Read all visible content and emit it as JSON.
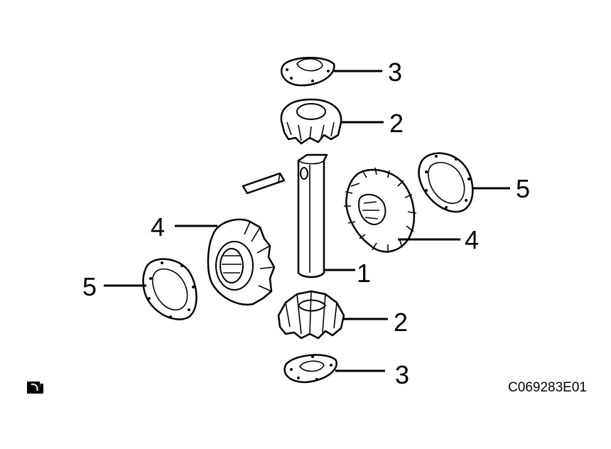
{
  "callouts": {
    "pin_shaft": "1",
    "pinion_gear_top": "2",
    "pinion_gear_bottom": "2",
    "thrust_washer_top": "3",
    "thrust_washer_bottom": "3",
    "side_gear_left": "4",
    "side_gear_right": "4",
    "side_washer_left": "5",
    "side_washer_right": "5"
  },
  "diagram_code": "C069283E01",
  "corner_icon": "manual-icon"
}
